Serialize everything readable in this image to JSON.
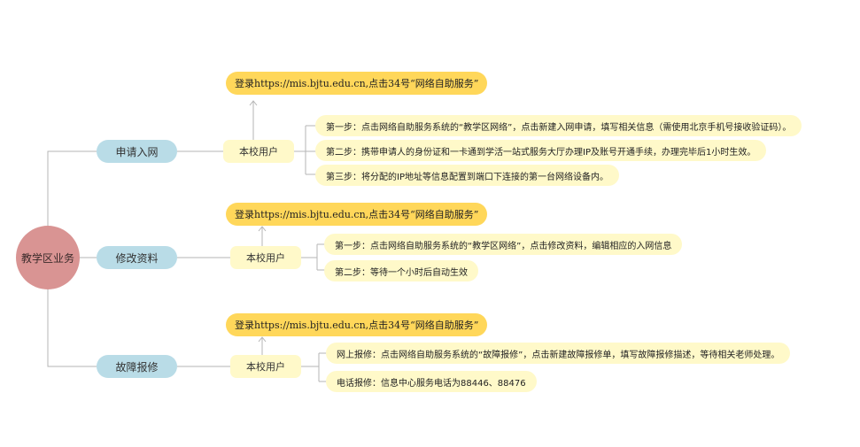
{
  "root": {
    "label": "教学区业务"
  },
  "categories": [
    {
      "label": "申请入网",
      "user": "本校用户",
      "login": "登录https://mis.bjtu.edu.cn,点击34号“网络自助服务”",
      "steps": [
        "第一步：点击网络自助服务系统的“教学区网络”，点击新建入网申请，填写相关信息（需使用北京手机号接收验证码）。",
        "第二步：携带申请人的身份证和一卡通到学活一站式服务大厅办理IP及账号开通手续，办理完毕后1小时生效。",
        "第三步：将分配的IP地址等信息配置到端口下连接的第一台网络设备内。"
      ]
    },
    {
      "label": "修改资料",
      "user": "本校用户",
      "login": "登录https://mis.bjtu.edu.cn,点击34号“网络自助服务”",
      "steps": [
        "第一步：点击网络自助服务系统的“教学区网络”，点击修改资料，编辑相应的入网信息",
        "第二步：等待一个小时后自动生效"
      ]
    },
    {
      "label": "故障报修",
      "user": "本校用户",
      "login": "登录https://mis.bjtu.edu.cn,点击34号“网络自助服务”",
      "steps": [
        "网上报修：点击网络自助服务系统的“故障报修”，点击新建故障报修单，填写故障报修描述，等待相关老师处理。",
        "电话报修：信息中心服务电话为88446、88476"
      ]
    }
  ],
  "colors": {
    "root": "#d99493",
    "category": "#b9dce7",
    "user": "#fff9c9",
    "login": "#ffd75a",
    "step": "#fff9c9",
    "connector": "#b5b5b5"
  }
}
